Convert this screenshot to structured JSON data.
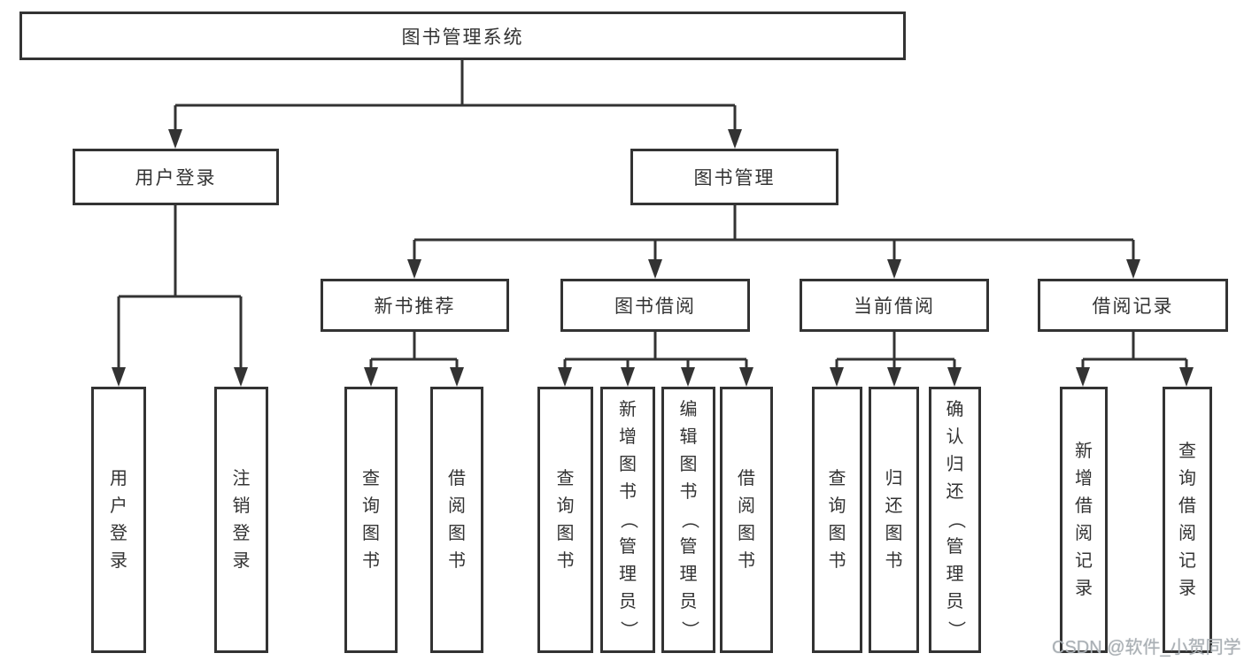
{
  "diagram_title": "图书管理系统",
  "watermark": "CSDN @软件_小贺同学",
  "colors": {
    "line": "#333333",
    "border": "#333333",
    "text": "#333333",
    "watermark": "#aab0b5",
    "background": "#ffffff"
  },
  "nodes": {
    "root": {
      "label": "图书管理系统"
    },
    "user_login": {
      "label": "用户登录",
      "children": [
        {
          "label": "用户登录"
        },
        {
          "label": "注销登录"
        }
      ]
    },
    "book_management": {
      "label": "图书管理",
      "children": [
        {
          "label": "新书推荐",
          "children": [
            {
              "label": "查询图书"
            },
            {
              "label": "借阅图书"
            }
          ]
        },
        {
          "label": "图书借阅",
          "children": [
            {
              "label": "查询图书"
            },
            {
              "label": "新增图书（管理员）"
            },
            {
              "label": "编辑图书（管理员）"
            },
            {
              "label": "借阅图书"
            }
          ]
        },
        {
          "label": "当前借阅",
          "children": [
            {
              "label": "查询图书"
            },
            {
              "label": "归还图书"
            },
            {
              "label": "确认归还（管理员）"
            }
          ]
        },
        {
          "label": "借阅记录",
          "children": [
            {
              "label": "新增借阅记录"
            },
            {
              "label": "查询借阅记录"
            }
          ]
        }
      ]
    }
  }
}
